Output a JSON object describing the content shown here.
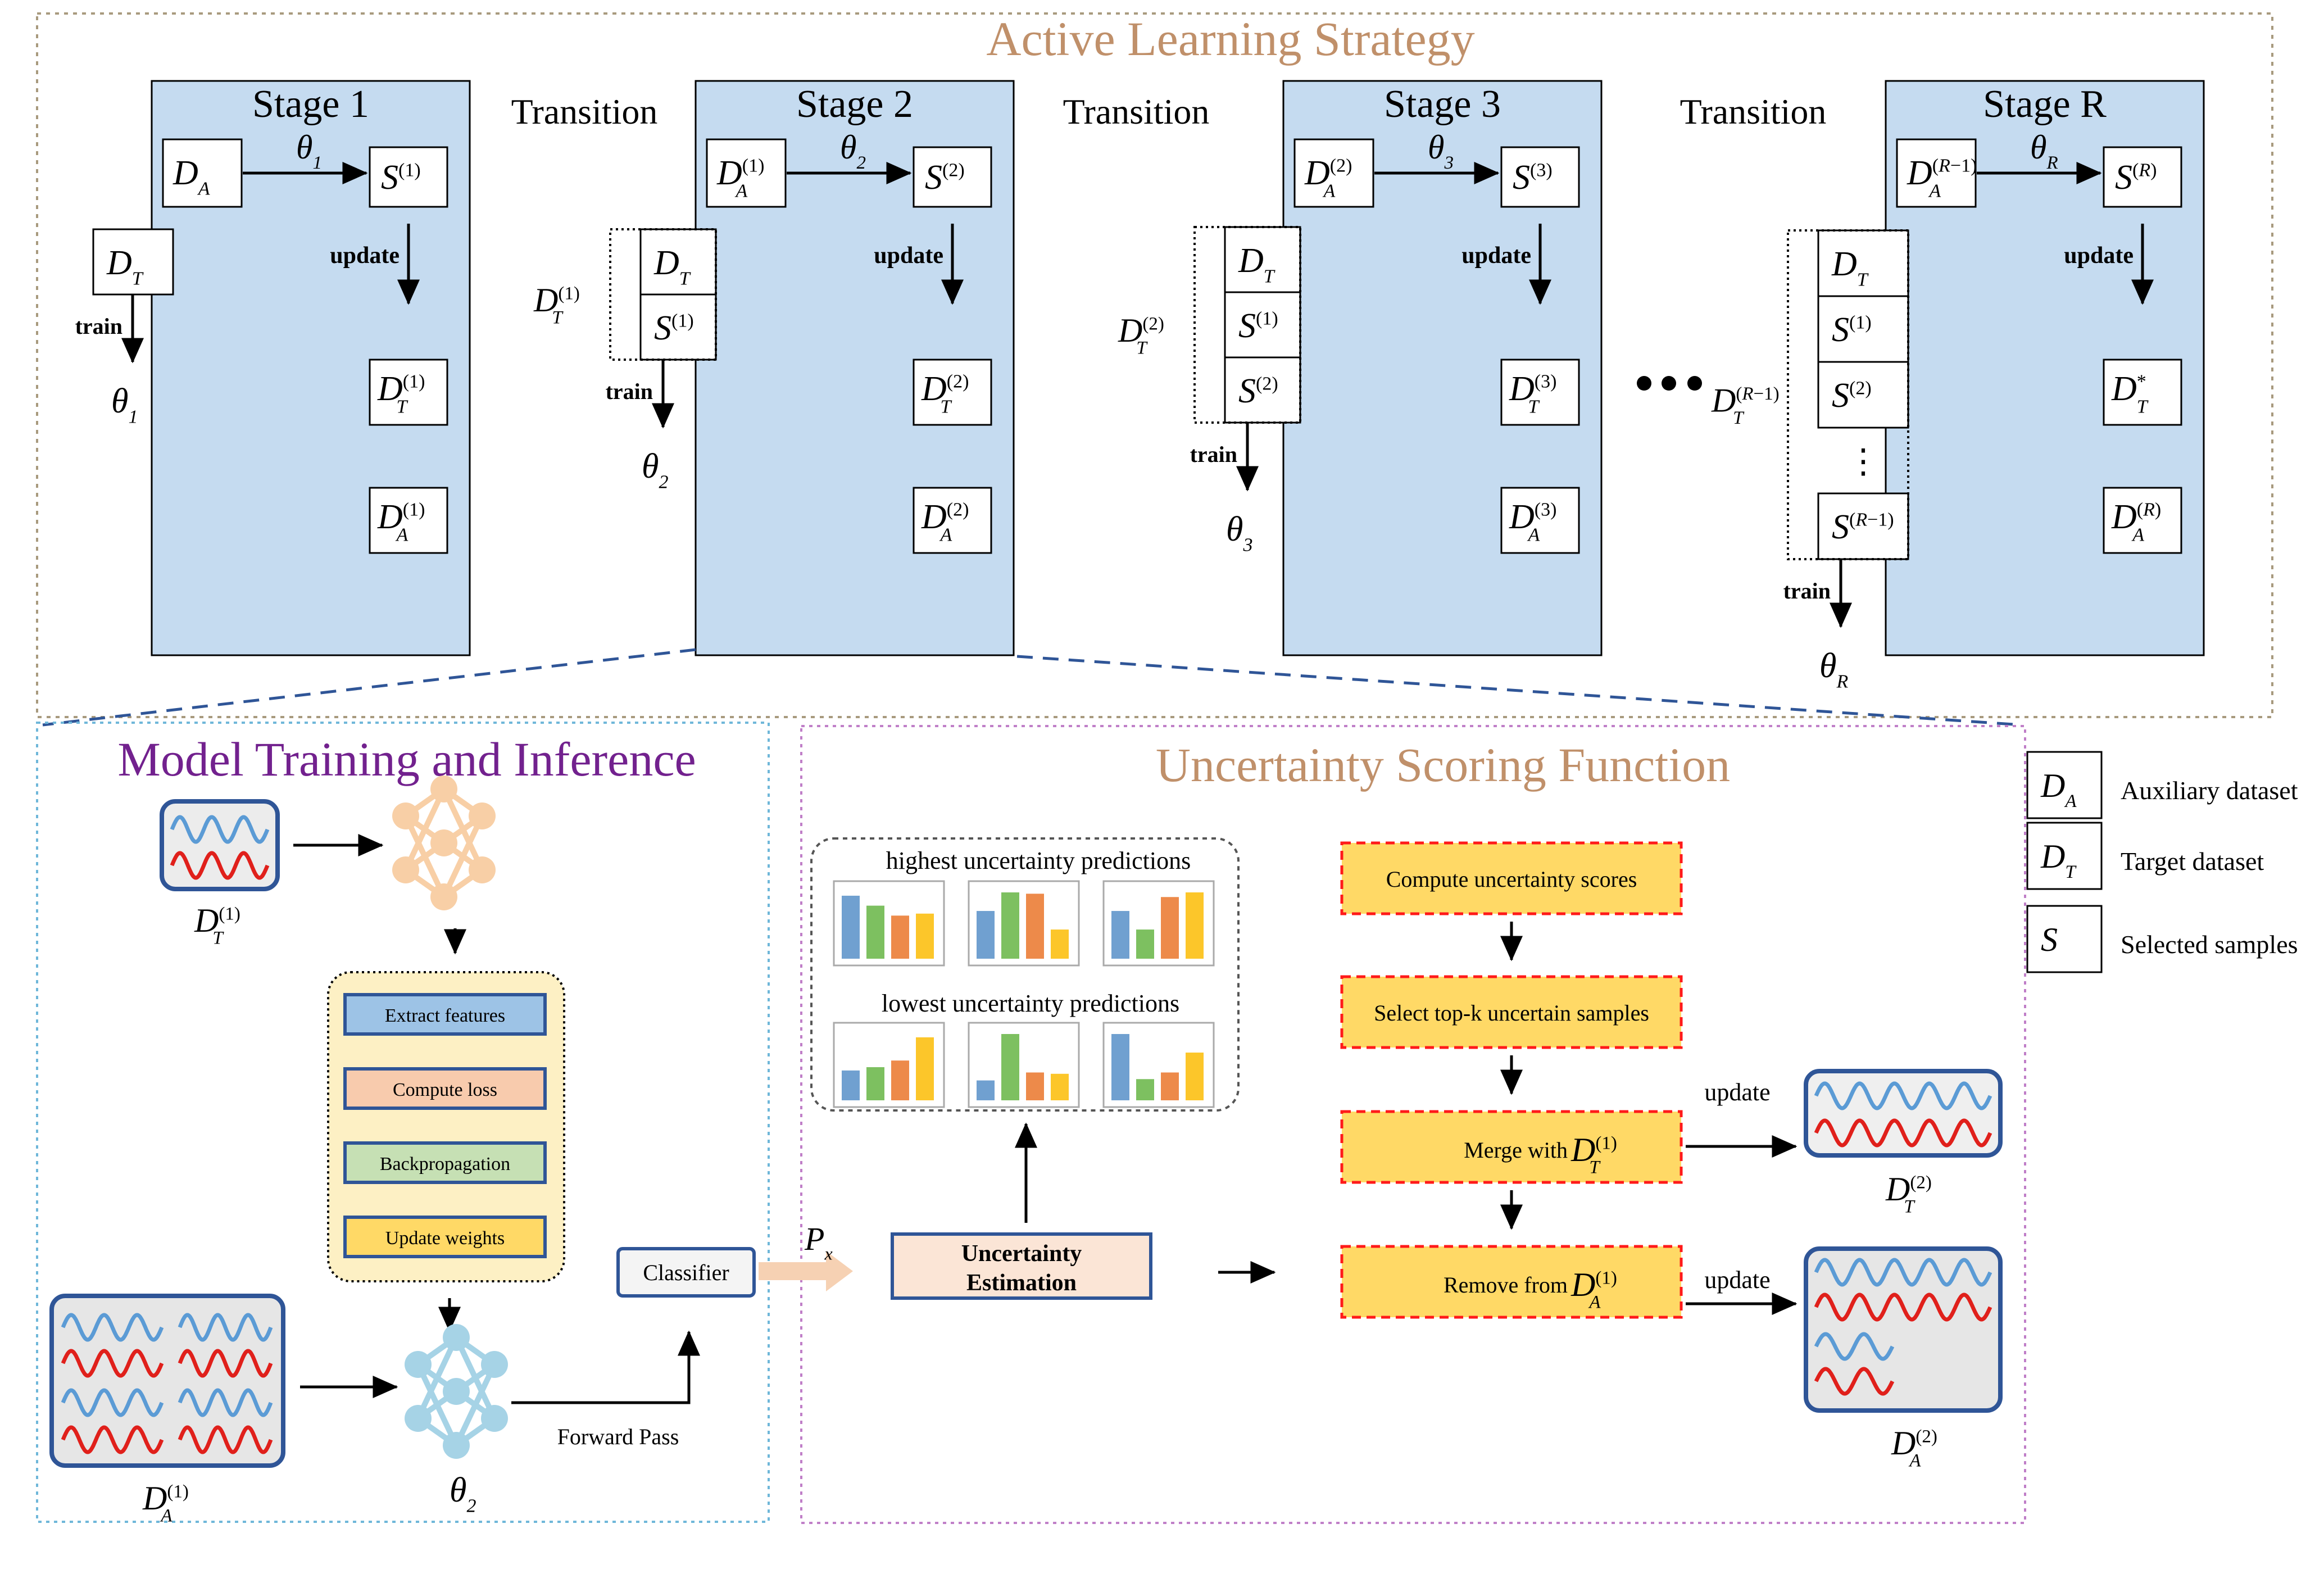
{
  "top": {
    "title": "Active Learning Strategy",
    "transition_label": "Transition",
    "stages": [
      {
        "title": "Stage 1",
        "aux": "D",
        "aux_sub": "A",
        "aux_sup": "",
        "theta": "θ",
        "theta_sub": "1",
        "sel": "S",
        "sel_sup": "(1)",
        "update": "update",
        "target_out": "D",
        "target_out_sub": "T",
        "target_out_sup": "(1)",
        "aux_out": "D",
        "aux_out_sub": "A",
        "aux_out_sup": "(1)",
        "train": "train",
        "train_items": [
          {
            "b": "D",
            "sub": "T",
            "sup": ""
          }
        ],
        "ext_label": "",
        "ext_sub": "",
        "ext_sup": ""
      },
      {
        "title": "Stage 2",
        "aux": "D",
        "aux_sub": "A",
        "aux_sup": "(1)",
        "theta": "θ",
        "theta_sub": "2",
        "sel": "S",
        "sel_sup": "(2)",
        "update": "update",
        "target_out": "D",
        "target_out_sub": "T",
        "target_out_sup": "(2)",
        "aux_out": "D",
        "aux_out_sub": "A",
        "aux_out_sup": "(2)",
        "train": "train",
        "train_items": [
          {
            "b": "D",
            "sub": "T",
            "sup": ""
          },
          {
            "b": "S",
            "sub": "",
            "sup": "(1)"
          }
        ],
        "ext_label": "D",
        "ext_sub": "T",
        "ext_sup": "(1)"
      },
      {
        "title": "Stage 3",
        "aux": "D",
        "aux_sub": "A",
        "aux_sup": "(2)",
        "theta": "θ",
        "theta_sub": "3",
        "sel": "S",
        "sel_sup": "(3)",
        "update": "update",
        "target_out": "D",
        "target_out_sub": "T",
        "target_out_sup": "(3)",
        "aux_out": "D",
        "aux_out_sub": "A",
        "aux_out_sup": "(3)",
        "train": "train",
        "train_items": [
          {
            "b": "D",
            "sub": "T",
            "sup": ""
          },
          {
            "b": "S",
            "sub": "",
            "sup": "(1)"
          },
          {
            "b": "S",
            "sub": "",
            "sup": "(2)"
          }
        ],
        "ext_label": "D",
        "ext_sub": "T",
        "ext_sup": "(2)"
      },
      {
        "title": "Stage R",
        "aux": "D",
        "aux_sub": "A",
        "aux_sup": "(R−1)",
        "theta": "θ",
        "theta_sub": "R",
        "sel": "S",
        "sel_sup": "(R)",
        "update": "update",
        "target_out": "D",
        "target_out_sub": "T",
        "target_out_sup": "*",
        "aux_out": "D",
        "aux_out_sub": "A",
        "aux_out_sup": "(R)",
        "train": "train",
        "train_items": [
          {
            "b": "D",
            "sub": "T",
            "sup": ""
          },
          {
            "b": "S",
            "sub": "",
            "sup": "(1)"
          },
          {
            "b": "S",
            "sub": "",
            "sup": "(2)"
          },
          {
            "b": "⋮",
            "sub": "",
            "sup": ""
          },
          {
            "b": "S",
            "sub": "",
            "sup": "(R−1)"
          }
        ],
        "ext_label": "D",
        "ext_sub": "T",
        "ext_sup": "(R−1)"
      }
    ]
  },
  "model": {
    "title": "Model Training and Inference",
    "target_label": "D",
    "target_sub": "T",
    "target_sup": "(1)",
    "aux_label": "D",
    "aux_sub": "A",
    "aux_sup": "(1)",
    "steps": [
      "Extract features",
      "Compute loss",
      "Backpropagation",
      "Update weights"
    ],
    "theta": "θ",
    "theta_sub": "2",
    "forward_label": "Forward Pass",
    "classifier": "Classifier"
  },
  "uncertainty": {
    "title": "Uncertainty Scoring Function",
    "px": "P",
    "px_sub": "x",
    "estimation_line1": "Uncertainty",
    "estimation_line2": "Estimation",
    "highest_label": "highest uncertainty predictions",
    "lowest_label": "lowest uncertainty predictions",
    "steps": [
      {
        "text": "Compute uncertainty scores",
        "math": "",
        "sub": "",
        "sup": ""
      },
      {
        "text": "Select top-k uncertain samples",
        "math": "",
        "sub": "",
        "sup": ""
      },
      {
        "text": "Merge with ",
        "math": "D",
        "sub": "T",
        "sup": "(1)"
      },
      {
        "text": "Remove from ",
        "math": "D",
        "sub": "A",
        "sup": "(1)"
      }
    ],
    "update_label": "update",
    "out_target": "D",
    "out_target_sub": "T",
    "out_target_sup": "(2)",
    "out_aux": "D",
    "out_aux_sub": "A",
    "out_aux_sup": "(2)"
  },
  "legend": [
    {
      "symbol": "D",
      "sub": "A",
      "text": "Auxiliary dataset"
    },
    {
      "symbol": "D",
      "sub": "T",
      "text": "Target dataset"
    },
    {
      "symbol": "S",
      "sub": "",
      "text": "Selected samples"
    }
  ],
  "colors": {
    "stage_fill": "#c5dbf0",
    "title_orange": "#c0906a",
    "title_purple": "#72218e",
    "wave_blue": "#5b9bd5",
    "wave_red": "#e0201b",
    "step_blue": "#9dc3e6",
    "step_orange": "#f8cbad",
    "step_green": "#c6e0b4",
    "step_yellow": "#ffd966",
    "yellow_panel": "#fdf0c4",
    "red_dash": "#ff1a1a",
    "bar_blue": "#70a0d0",
    "bar_green": "#7dc060",
    "bar_orange": "#ed8a4a",
    "bar_yellow": "#fcc62a",
    "net_orange": "#f8cfa6",
    "net_blue": "#a6d3e6",
    "est_fill": "#fbe5d6",
    "gray_fill": "#ededed"
  }
}
